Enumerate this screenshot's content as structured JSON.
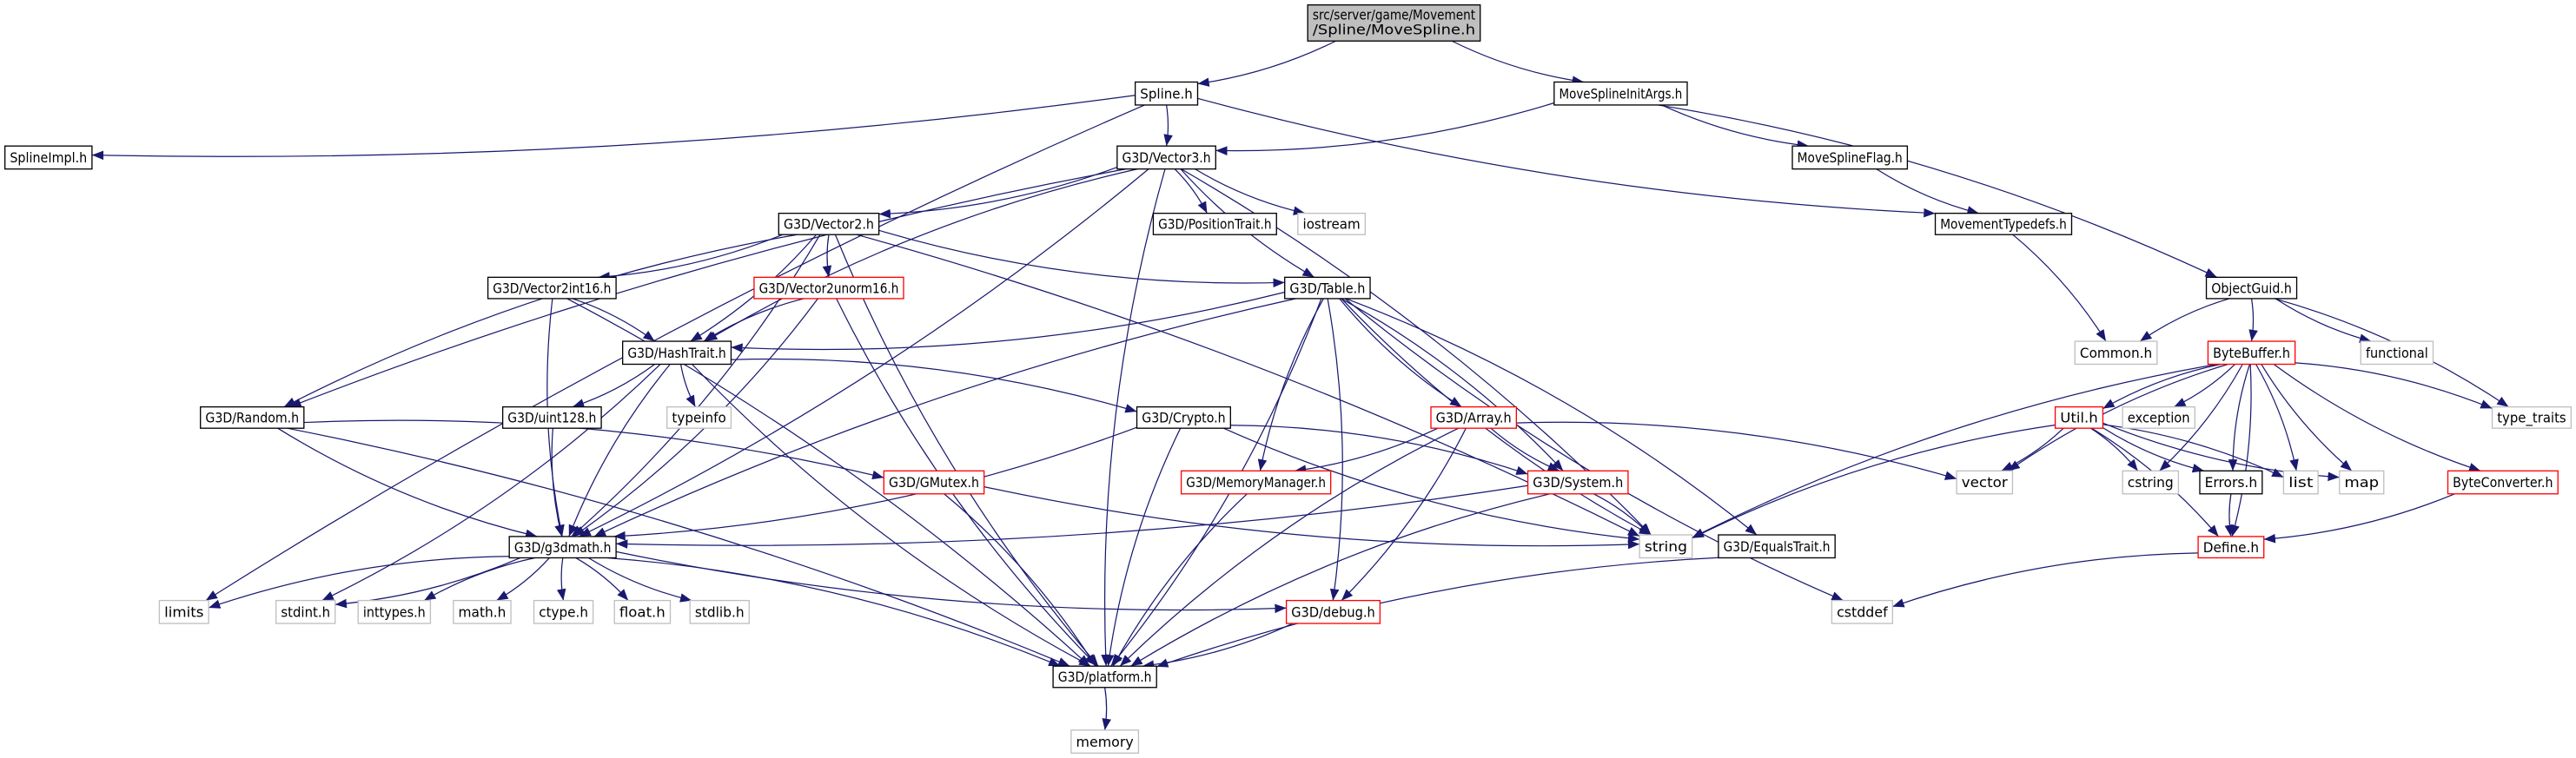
{
  "diagram": {
    "type": "include-dependency-graph",
    "colors": {
      "edge": "#191970",
      "root_fill": "#bfbfbf",
      "documented_border": "#000000",
      "truncated_border": "#ff0000",
      "external_border": "#bfbfbf",
      "external_text": "#000000"
    },
    "nodes": [
      {
        "id": "root",
        "lines": [
          "src/server/game/Movement",
          "/Spline/MoveSpline.h"
        ],
        "style": "root"
      },
      {
        "id": "spline",
        "lines": [
          "Spline.h"
        ],
        "style": "documented"
      },
      {
        "id": "msia",
        "lines": [
          "MoveSplineInitArgs.h"
        ],
        "style": "documented"
      },
      {
        "id": "splineimpl",
        "lines": [
          "SplineImpl.h"
        ],
        "style": "documented"
      },
      {
        "id": "vector3",
        "lines": [
          "G3D/Vector3.h"
        ],
        "style": "documented"
      },
      {
        "id": "msflag",
        "lines": [
          "MoveSplineFlag.h"
        ],
        "style": "documented"
      },
      {
        "id": "vector2",
        "lines": [
          "G3D/Vector2.h"
        ],
        "style": "documented"
      },
      {
        "id": "postrait",
        "lines": [
          "G3D/PositionTrait.h"
        ],
        "style": "documented"
      },
      {
        "id": "iostream",
        "lines": [
          "iostream"
        ],
        "style": "external"
      },
      {
        "id": "mtypedefs",
        "lines": [
          "MovementTypedefs.h"
        ],
        "style": "documented"
      },
      {
        "id": "v2int16",
        "lines": [
          "G3D/Vector2int16.h"
        ],
        "style": "documented"
      },
      {
        "id": "v2unorm16",
        "lines": [
          "G3D/Vector2unorm16.h"
        ],
        "style": "truncated"
      },
      {
        "id": "table",
        "lines": [
          "G3D/Table.h"
        ],
        "style": "documented"
      },
      {
        "id": "objectguid",
        "lines": [
          "ObjectGuid.h"
        ],
        "style": "documented"
      },
      {
        "id": "hashtrait",
        "lines": [
          "G3D/HashTrait.h"
        ],
        "style": "documented"
      },
      {
        "id": "common",
        "lines": [
          "Common.h"
        ],
        "style": "external"
      },
      {
        "id": "bytebuffer",
        "lines": [
          "ByteBuffer.h"
        ],
        "style": "truncated"
      },
      {
        "id": "functional",
        "lines": [
          "functional"
        ],
        "style": "external"
      },
      {
        "id": "random",
        "lines": [
          "G3D/Random.h"
        ],
        "style": "documented"
      },
      {
        "id": "uint128",
        "lines": [
          "G3D/uint128.h"
        ],
        "style": "documented"
      },
      {
        "id": "typeinfo",
        "lines": [
          "typeinfo"
        ],
        "style": "external"
      },
      {
        "id": "crypto",
        "lines": [
          "G3D/Crypto.h"
        ],
        "style": "documented"
      },
      {
        "id": "array",
        "lines": [
          "G3D/Array.h"
        ],
        "style": "truncated"
      },
      {
        "id": "util",
        "lines": [
          "Util.h"
        ],
        "style": "truncated"
      },
      {
        "id": "exception",
        "lines": [
          "exception"
        ],
        "style": "external"
      },
      {
        "id": "typetraits",
        "lines": [
          "type_traits"
        ],
        "style": "external"
      },
      {
        "id": "gmutex",
        "lines": [
          "G3D/GMutex.h"
        ],
        "style": "truncated"
      },
      {
        "id": "memmgr",
        "lines": [
          "G3D/MemoryManager.h"
        ],
        "style": "truncated"
      },
      {
        "id": "system",
        "lines": [
          "G3D/System.h"
        ],
        "style": "truncated"
      },
      {
        "id": "vector",
        "lines": [
          "vector"
        ],
        "style": "external"
      },
      {
        "id": "cstring",
        "lines": [
          "cstring"
        ],
        "style": "external"
      },
      {
        "id": "errors",
        "lines": [
          "Errors.h"
        ],
        "style": "documented"
      },
      {
        "id": "list",
        "lines": [
          "list"
        ],
        "style": "external"
      },
      {
        "id": "map",
        "lines": [
          "map"
        ],
        "style": "external"
      },
      {
        "id": "byteconv",
        "lines": [
          "ByteConverter.h"
        ],
        "style": "truncated"
      },
      {
        "id": "g3dmath",
        "lines": [
          "G3D/g3dmath.h"
        ],
        "style": "documented"
      },
      {
        "id": "string",
        "lines": [
          "string"
        ],
        "style": "external"
      },
      {
        "id": "equalstrait",
        "lines": [
          "G3D/EqualsTrait.h"
        ],
        "style": "documented"
      },
      {
        "id": "define",
        "lines": [
          "Define.h"
        ],
        "style": "truncated"
      },
      {
        "id": "limits",
        "lines": [
          "limits"
        ],
        "style": "external"
      },
      {
        "id": "stdint",
        "lines": [
          "stdint.h"
        ],
        "style": "external"
      },
      {
        "id": "inttypes",
        "lines": [
          "inttypes.h"
        ],
        "style": "external"
      },
      {
        "id": "math",
        "lines": [
          "math.h"
        ],
        "style": "external"
      },
      {
        "id": "ctype",
        "lines": [
          "ctype.h"
        ],
        "style": "external"
      },
      {
        "id": "float",
        "lines": [
          "float.h"
        ],
        "style": "external"
      },
      {
        "id": "stdlib",
        "lines": [
          "stdlib.h"
        ],
        "style": "external"
      },
      {
        "id": "debug",
        "lines": [
          "G3D/debug.h"
        ],
        "style": "truncated"
      },
      {
        "id": "cstddef",
        "lines": [
          "cstddef"
        ],
        "style": "external"
      },
      {
        "id": "platform",
        "lines": [
          "G3D/platform.h"
        ],
        "style": "documented"
      },
      {
        "id": "memory",
        "lines": [
          "memory"
        ],
        "style": "external"
      }
    ],
    "edges": [
      [
        "root",
        "spline"
      ],
      [
        "root",
        "msia"
      ],
      [
        "spline",
        "splineimpl"
      ],
      [
        "spline",
        "limits"
      ],
      [
        "spline",
        "vector3"
      ],
      [
        "spline",
        "mtypedefs"
      ],
      [
        "msia",
        "vector3"
      ],
      [
        "msia",
        "msflag"
      ],
      [
        "msia",
        "objectguid"
      ],
      [
        "msflag",
        "mtypedefs"
      ],
      [
        "mtypedefs",
        "common"
      ],
      [
        "vector3",
        "random"
      ],
      [
        "vector3",
        "g3dmath"
      ],
      [
        "vector3",
        "hashtrait"
      ],
      [
        "vector3",
        "vector2"
      ],
      [
        "vector3",
        "table"
      ],
      [
        "vector3",
        "postrait"
      ],
      [
        "vector3",
        "iostream"
      ],
      [
        "vector3",
        "string"
      ],
      [
        "vector3",
        "platform"
      ],
      [
        "vector2",
        "v2int16"
      ],
      [
        "vector2",
        "v2unorm16"
      ],
      [
        "vector2",
        "hashtrait"
      ],
      [
        "vector2",
        "random"
      ],
      [
        "vector2",
        "g3dmath"
      ],
      [
        "vector2",
        "table"
      ],
      [
        "vector2",
        "string"
      ],
      [
        "vector2",
        "platform"
      ],
      [
        "v2int16",
        "hashtrait"
      ],
      [
        "v2int16",
        "g3dmath"
      ],
      [
        "v2int16",
        "platform"
      ],
      [
        "v2unorm16",
        "hashtrait"
      ],
      [
        "v2unorm16",
        "g3dmath"
      ],
      [
        "v2unorm16",
        "platform"
      ],
      [
        "table",
        "hashtrait"
      ],
      [
        "table",
        "g3dmath"
      ],
      [
        "table",
        "platform"
      ],
      [
        "table",
        "memmgr"
      ],
      [
        "table",
        "debug"
      ],
      [
        "table",
        "array"
      ],
      [
        "table",
        "system"
      ],
      [
        "table",
        "string"
      ],
      [
        "table",
        "equalstrait"
      ],
      [
        "table",
        "cstddef"
      ],
      [
        "hashtrait",
        "uint128"
      ],
      [
        "hashtrait",
        "typeinfo"
      ],
      [
        "hashtrait",
        "crypto"
      ],
      [
        "hashtrait",
        "g3dmath"
      ],
      [
        "hashtrait",
        "stdint"
      ],
      [
        "hashtrait",
        "platform"
      ],
      [
        "random",
        "gmutex"
      ],
      [
        "random",
        "g3dmath"
      ],
      [
        "random",
        "platform"
      ],
      [
        "uint128",
        "g3dmath"
      ],
      [
        "crypto",
        "g3dmath"
      ],
      [
        "crypto",
        "platform"
      ],
      [
        "crypto",
        "system"
      ],
      [
        "crypto",
        "string"
      ],
      [
        "array",
        "memmgr"
      ],
      [
        "array",
        "system"
      ],
      [
        "array",
        "debug"
      ],
      [
        "array",
        "platform"
      ],
      [
        "array",
        "vector"
      ],
      [
        "memmgr",
        "platform"
      ],
      [
        "gmutex",
        "platform"
      ],
      [
        "gmutex",
        "string"
      ],
      [
        "system",
        "g3dmath"
      ],
      [
        "system",
        "platform"
      ],
      [
        "system",
        "string"
      ],
      [
        "g3dmath",
        "limits"
      ],
      [
        "g3dmath",
        "stdint"
      ],
      [
        "g3dmath",
        "inttypes"
      ],
      [
        "g3dmath",
        "math"
      ],
      [
        "g3dmath",
        "ctype"
      ],
      [
        "g3dmath",
        "float"
      ],
      [
        "g3dmath",
        "stdlib"
      ],
      [
        "g3dmath",
        "platform"
      ],
      [
        "g3dmath",
        "debug"
      ],
      [
        "debug",
        "platform"
      ],
      [
        "equalstrait",
        "platform"
      ],
      [
        "platform",
        "memory"
      ],
      [
        "objectguid",
        "common"
      ],
      [
        "objectguid",
        "bytebuffer"
      ],
      [
        "objectguid",
        "functional"
      ],
      [
        "objectguid",
        "typetraits"
      ],
      [
        "bytebuffer",
        "util"
      ],
      [
        "bytebuffer",
        "exception"
      ],
      [
        "bytebuffer",
        "vector"
      ],
      [
        "bytebuffer",
        "cstring"
      ],
      [
        "bytebuffer",
        "errors"
      ],
      [
        "bytebuffer",
        "list"
      ],
      [
        "bytebuffer",
        "map"
      ],
      [
        "bytebuffer",
        "define"
      ],
      [
        "bytebuffer",
        "byteconv"
      ],
      [
        "bytebuffer",
        "typetraits"
      ],
      [
        "bytebuffer",
        "string"
      ],
      [
        "util",
        "vector"
      ],
      [
        "util",
        "string"
      ],
      [
        "util",
        "cstring"
      ],
      [
        "util",
        "errors"
      ],
      [
        "util",
        "list"
      ],
      [
        "util",
        "map"
      ],
      [
        "util",
        "define"
      ],
      [
        "errors",
        "define"
      ],
      [
        "byteconv",
        "define"
      ],
      [
        "define",
        "cstddef"
      ]
    ]
  }
}
